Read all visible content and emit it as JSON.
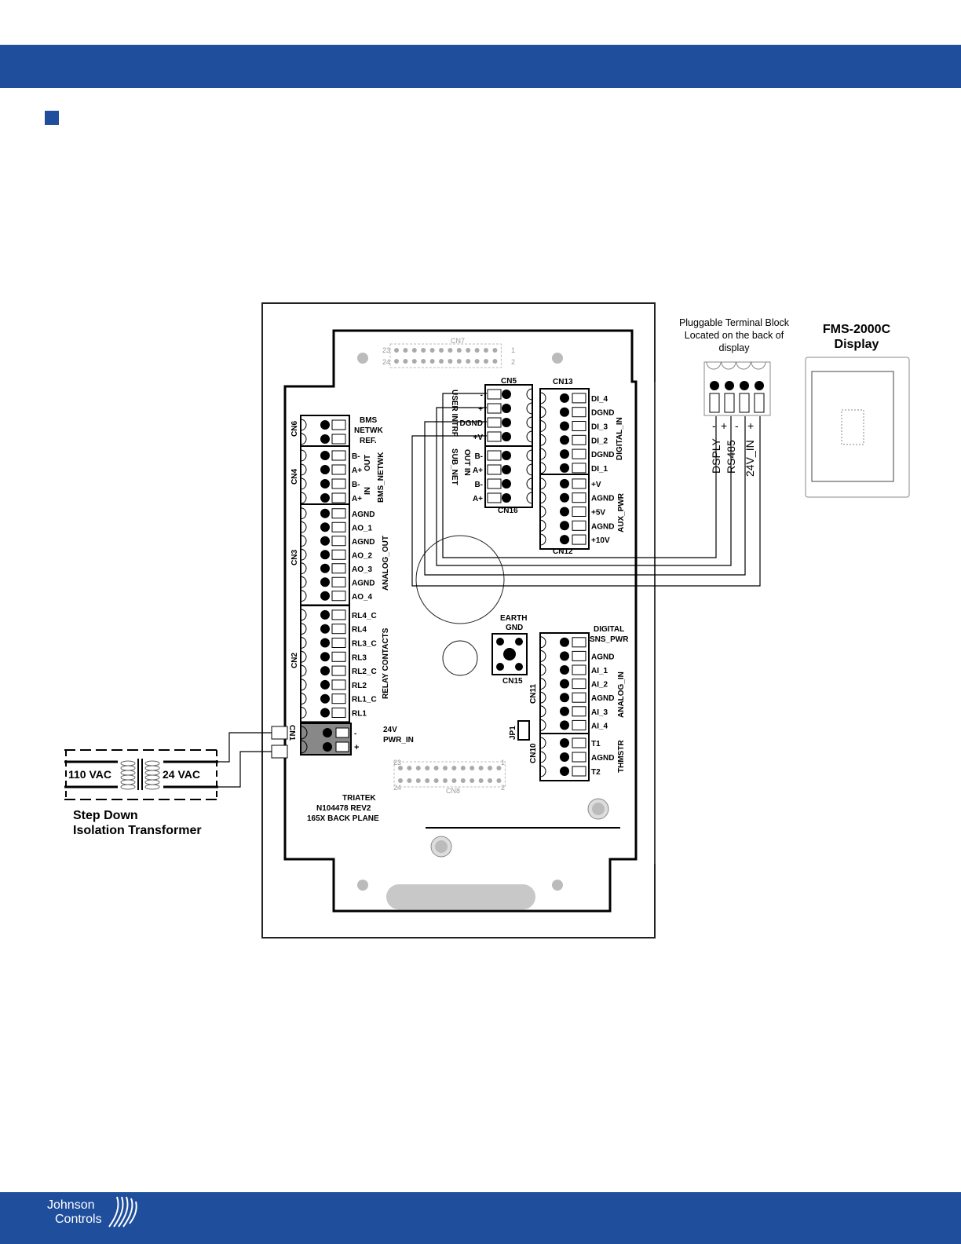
{
  "header": {
    "banner_color": "#1f4e9c"
  },
  "diagram": {
    "board": {
      "model_line1": "TRIATEK",
      "model_line2": "N104478 REV2",
      "model_line3": "165X BACK PLANE",
      "cn7": "CN7",
      "cn8": "CN8",
      "hdr_23": "23",
      "hdr_24": "24",
      "hdr_1": "1",
      "hdr_2": "2",
      "earth_gnd_1": "EARTH",
      "earth_gnd_2": "GND",
      "jp1": "JP1",
      "pwr_24v": "24V",
      "pwr_in": "PWR_IN",
      "pwr_minus": "-",
      "pwr_plus": "+"
    },
    "connectors": {
      "cn6": "CN6",
      "cn4": "CN4",
      "cn3": "CN3",
      "cn2": "CN2",
      "cn1": "CN1",
      "cn5": "CN5",
      "cn16": "CN16",
      "cn13": "CN13",
      "cn12": "CN12",
      "cn15": "CN15",
      "cn11": "CN11",
      "cn10": "CN10"
    },
    "cn6_labels": [
      "BMS",
      "NETWK",
      "REF."
    ],
    "cn4_pins": [
      "B-",
      "A+",
      "B-",
      "A+"
    ],
    "cn4_group": {
      "out": "OUT",
      "in": "IN",
      "name": "BMS_NETWK"
    },
    "cn3_pins": [
      "AGND",
      "AO_1",
      "AGND",
      "AO_2",
      "AO_3",
      "AGND",
      "AO_4"
    ],
    "cn3_group": "ANALOG_OUT",
    "cn2_pins": [
      "RL4_C",
      "RL4",
      "RL3_C",
      "RL3",
      "RL2_C",
      "RL2",
      "RL1_C",
      "RL1"
    ],
    "cn2_group": "RELAY CONTACTS",
    "cn5_pins": [
      "-",
      "+",
      "DGND",
      "+V"
    ],
    "cn16_pins": [
      "B-",
      "A+",
      "B-",
      "A+"
    ],
    "user_intrf": "USER INTRF",
    "sub_net": "SUB_NET",
    "sub_out_in": "OUT   IN",
    "cn13_pins": [
      "DI_4",
      "DGND",
      "DI_3",
      "DI_2",
      "DGND",
      "DI_1"
    ],
    "cn13_group": "DIGITAL_IN",
    "cn12_pins": [
      "+V",
      "AGND",
      "+5V",
      "AGND",
      "+10V"
    ],
    "cn12_group": "AUX_PWR",
    "cn11_title_1": "DIGITAL",
    "cn11_title_2": "SNS_PWR",
    "cn11_pins": [
      "AGND",
      "AI_1",
      "AI_2",
      "AGND",
      "AI_3",
      "AI_4"
    ],
    "cn11_group": "ANALOG_IN",
    "cn10_pins": [
      "T1",
      "AGND",
      "T2"
    ],
    "cn10_group": "THMSTR",
    "terminal_block": {
      "line1": "Pluggable Terminal Block",
      "line2": "Located on the back of",
      "line3": "display",
      "pin_signs": [
        "-",
        "+",
        "-",
        "+"
      ],
      "label_dsply": "DSPLY",
      "label_rs485": "RS485",
      "label_24v": "24V_IN"
    },
    "display": {
      "title_1": "FMS-2000C",
      "title_2": "Display"
    },
    "transformer": {
      "primary": "110 VAC",
      "secondary": "24 VAC",
      "caption_1": "Step Down",
      "caption_2": "Isolation Transformer"
    }
  },
  "footer": {
    "brand_1": "Johnson",
    "brand_2": "Controls",
    "banner_color": "#1f4e9c"
  }
}
